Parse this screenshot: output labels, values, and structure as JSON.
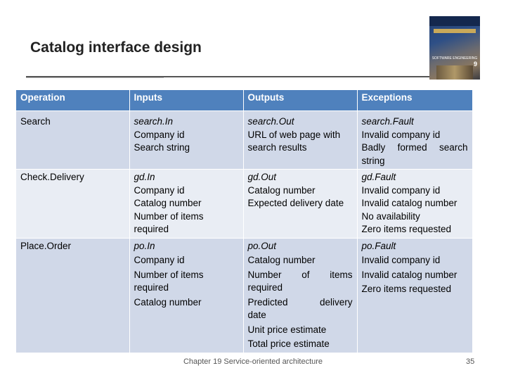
{
  "title": "Catalog interface design",
  "cover": {
    "text": "SOFTWARE ENGINEERING",
    "edition": "9"
  },
  "table": {
    "headers": [
      "Operation",
      "Inputs",
      "Outputs",
      "Exceptions"
    ],
    "rows": [
      {
        "operation": "Search",
        "inputs": [
          "search.In",
          "Company id",
          "Search string"
        ],
        "outputs": [
          "search.Out",
          "URL of web page with",
          "search results"
        ],
        "exceptions": [
          "search.Fault",
          "Invalid company id",
          "Badly formed search",
          "string"
        ]
      },
      {
        "operation": "Check.Delivery",
        "inputs": [
          "gd.In",
          "Company id",
          "Catalog number",
          "Number of items",
          "required"
        ],
        "outputs": [
          "gd.Out",
          "Catalog number",
          "Expected delivery date"
        ],
        "exceptions": [
          "gd.Fault",
          "Invalid company id",
          "Invalid catalog number",
          "No availability",
          "Zero items requested"
        ]
      },
      {
        "operation": "Place.Order",
        "inputs": [
          "po.In",
          "Company id",
          "Number of items",
          "required",
          "Catalog number"
        ],
        "outputs": [
          "po.Out",
          "Catalog number",
          "Number of items",
          "required",
          "Predicted delivery",
          "date",
          "Unit price estimate",
          "Total price estimate"
        ],
        "exceptions": [
          "po.Fault",
          "Invalid company id",
          "Invalid catalog number",
          "Zero items requested"
        ]
      }
    ]
  },
  "footer": "Chapter 19 Service-oriented architecture",
  "page_number": "35"
}
